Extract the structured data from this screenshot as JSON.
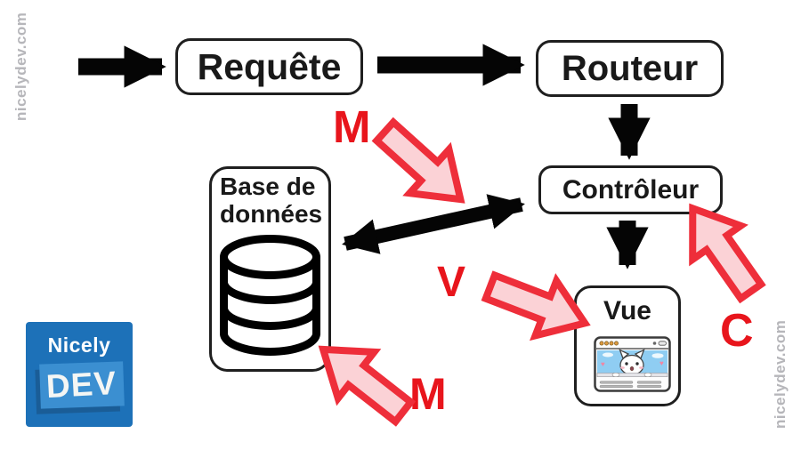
{
  "watermarks": {
    "left": "nicelydev.com",
    "right": "nicelydev.com"
  },
  "logo": {
    "line1": "Nicely",
    "line2": "DEV"
  },
  "diagram": {
    "nodes": {
      "requete": {
        "label": "Requête"
      },
      "routeur": {
        "label": "Routeur"
      },
      "controleur": {
        "label": "Contrôleur"
      },
      "vue": {
        "label": "Vue"
      },
      "database": {
        "label_line1": "Base de",
        "label_line2": "données"
      }
    },
    "annotations": {
      "m_top": "M",
      "v": "V",
      "c": "C",
      "m_bottom": "M"
    },
    "icons": {
      "database": "database-cylinder-icon",
      "vue_preview": "cat-browser-illustration"
    },
    "flows": [
      {
        "name": "entry-to-requete",
        "type": "black-arrow"
      },
      {
        "name": "requete-to-routeur",
        "type": "black-arrow"
      },
      {
        "name": "routeur-to-controleur",
        "type": "black-arrow"
      },
      {
        "name": "controleur-to-vue",
        "type": "black-arrow"
      },
      {
        "name": "database-controleur-bidirectional",
        "type": "black-double-arrow"
      },
      {
        "name": "model-arrow-top",
        "type": "pink-arrow"
      },
      {
        "name": "view-arrow",
        "type": "pink-arrow"
      },
      {
        "name": "controller-arrow",
        "type": "pink-arrow"
      },
      {
        "name": "model-arrow-bottom",
        "type": "pink-arrow"
      }
    ],
    "colors": {
      "accent_red": "#e8151c",
      "pink_arrow_fill": "#fbd2d6",
      "pink_arrow_stroke": "#ee2e3a",
      "arrow_black": "#050505",
      "node_border": "#1f1f1f",
      "watermark_gray": "#b6b6ba",
      "logo_blue": "#1d71b8",
      "logo_light_blue": "#3b8fd1",
      "sky_blue": "#8fcdf2"
    }
  }
}
